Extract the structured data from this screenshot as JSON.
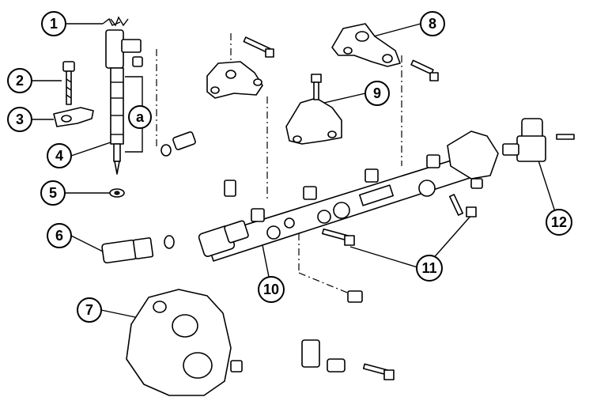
{
  "callouts": [
    {
      "id": "1",
      "label": "1"
    },
    {
      "id": "2",
      "label": "2"
    },
    {
      "id": "3",
      "label": "3"
    },
    {
      "id": "4",
      "label": "4"
    },
    {
      "id": "5",
      "label": "5"
    },
    {
      "id": "6",
      "label": "6"
    },
    {
      "id": "7",
      "label": "7"
    },
    {
      "id": "8",
      "label": "8"
    },
    {
      "id": "9",
      "label": "9"
    },
    {
      "id": "10",
      "label": "10"
    },
    {
      "id": "11",
      "label": "11"
    },
    {
      "id": "12",
      "label": "12"
    },
    {
      "id": "a",
      "label": "a"
    }
  ],
  "colors": {
    "line": "#000000",
    "background": "#ffffff"
  }
}
